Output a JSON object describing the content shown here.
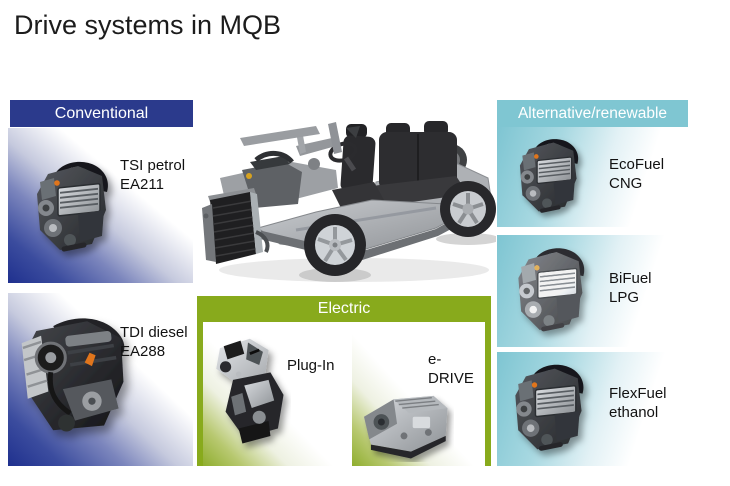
{
  "title": "Drive systems in MQB",
  "categories": {
    "conventional": {
      "label": "Conventional",
      "header_color": "#2b3a8c",
      "items": [
        {
          "line1": "TSI petrol",
          "line2": "EA211",
          "image": "petrol-engine-icon"
        },
        {
          "line1": "TDI diesel",
          "line2": "EA288",
          "image": "diesel-engine-icon"
        }
      ]
    },
    "electric": {
      "label": "Electric",
      "header_color": "#88aa1c",
      "items": [
        {
          "line1": "Plug-In",
          "line2": "",
          "image": "hybrid-engine-icon"
        },
        {
          "line1": "e-",
          "line2": "DRIVE",
          "image": "edrive-gearbox-icon"
        }
      ]
    },
    "alternative": {
      "label": "Alternative/renewable",
      "header_color": "#7fc6d2",
      "items": [
        {
          "line1": "EcoFuel",
          "line2": "CNG",
          "image": "cng-engine-icon"
        },
        {
          "line1": "BiFuel",
          "line2": "LPG",
          "image": "lpg-engine-icon"
        },
        {
          "line1": "FlexFuel",
          "line2": "ethanol",
          "image": "ethanol-engine-icon"
        }
      ]
    },
    "center_image": "mqb-platform-chassis-icon"
  }
}
